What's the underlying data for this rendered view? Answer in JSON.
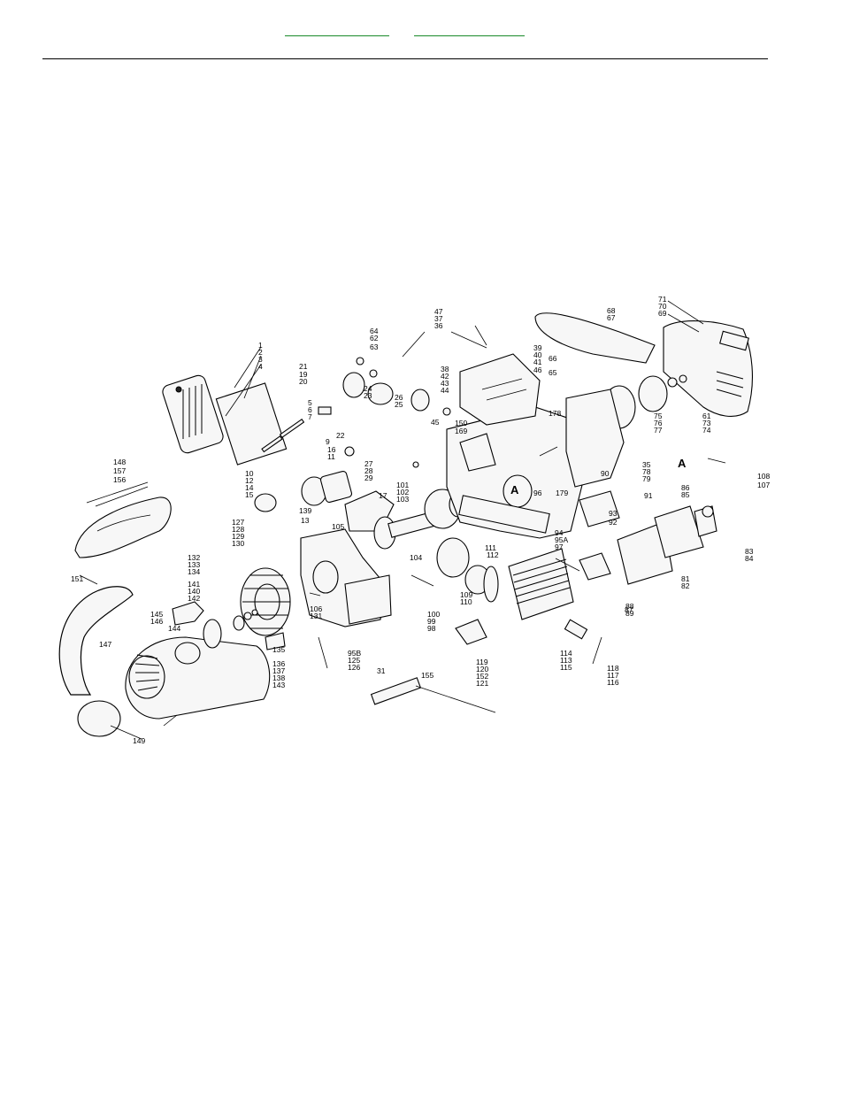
{
  "header": {
    "link_1": "",
    "link_2": ""
  },
  "diagram": {
    "section_labels": [
      "A",
      "A"
    ],
    "callouts": [
      "1",
      "2",
      "3",
      "4",
      "5",
      "6",
      "7",
      "9",
      "10",
      "11",
      "12",
      "13",
      "14",
      "15",
      "16",
      "17",
      "19",
      "20",
      "21",
      "22",
      "23",
      "24",
      "25",
      "26",
      "27",
      "28",
      "29",
      "31",
      "35",
      "36",
      "37",
      "38",
      "39",
      "40",
      "41",
      "42",
      "43",
      "44",
      "45",
      "46",
      "47",
      "61",
      "62",
      "63",
      "64",
      "65",
      "66",
      "67",
      "68",
      "69",
      "70",
      "71",
      "73",
      "74",
      "75",
      "76",
      "77",
      "78",
      "79",
      "81",
      "82",
      "83",
      "84",
      "85",
      "86",
      "87",
      "88",
      "89",
      "90",
      "91",
      "92",
      "93",
      "94",
      "95A",
      "95B",
      "96",
      "97",
      "98",
      "99",
      "100",
      "101",
      "102",
      "103",
      "104",
      "105",
      "106",
      "107",
      "108",
      "109",
      "110",
      "111",
      "112",
      "113",
      "114",
      "115",
      "116",
      "117",
      "118",
      "119",
      "120",
      "121",
      "125",
      "126",
      "127",
      "128",
      "129",
      "130",
      "131",
      "132",
      "133",
      "134",
      "135",
      "136",
      "137",
      "138",
      "139",
      "140",
      "141",
      "142",
      "143",
      "144",
      "145",
      "146",
      "147",
      "148",
      "149",
      "150",
      "151",
      "152",
      "155",
      "156",
      "157",
      "169",
      "178",
      "179"
    ]
  }
}
